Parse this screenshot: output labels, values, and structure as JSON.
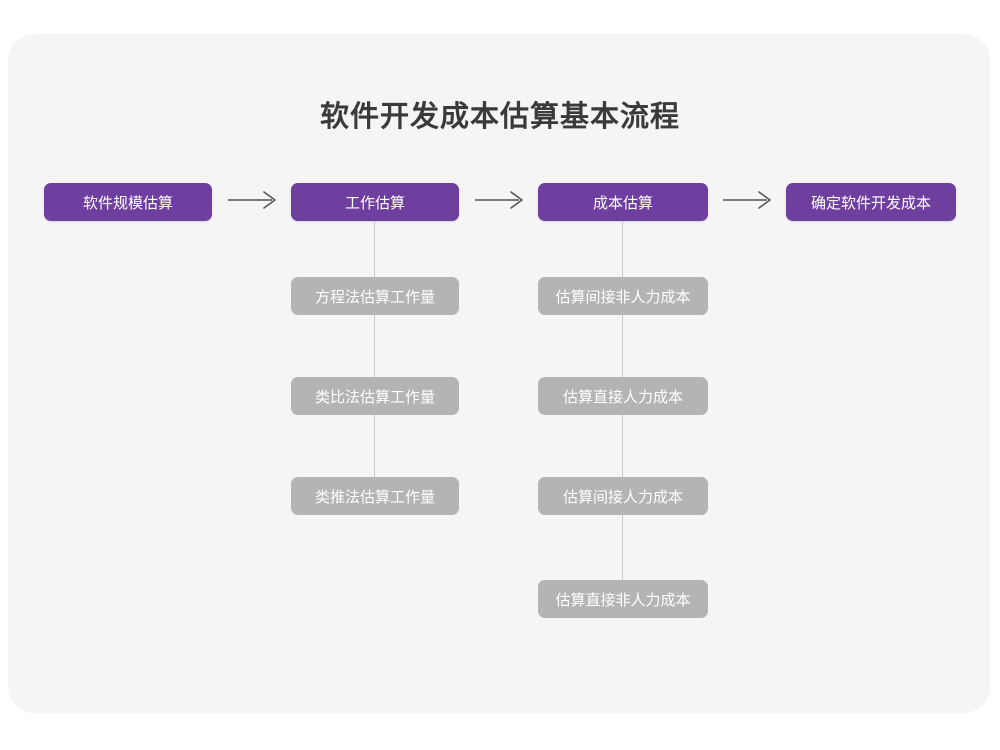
{
  "title": "软件开发成本估算基本流程",
  "theme": {
    "page_background": "#ffffff",
    "card_background": "#f5f5f5",
    "stage_color": "#6e3f9e",
    "sub_color": "#b4b4b4",
    "connector_color": "#cdcdcd",
    "arrow_color": "#555555",
    "title_color": "#3a3a3a",
    "box_text_color": "#ffffff"
  },
  "chart_data": {
    "type": "diagram",
    "title": "软件开发成本估算基本流程",
    "orientation": "left-to-right",
    "stages": [
      {
        "id": "stage-1",
        "label": "软件规模估算",
        "substeps": []
      },
      {
        "id": "stage-2",
        "label": "工作估算",
        "substeps": [
          "方程法估算工作量",
          "类比法估算工作量",
          "类推法估算工作量"
        ]
      },
      {
        "id": "stage-3",
        "label": "成本估算",
        "substeps": [
          "估算间接非人力成本",
          "估算直接人力成本",
          "估算间接人力成本",
          "估算直接非人力成本"
        ]
      },
      {
        "id": "stage-4",
        "label": "确定软件开发成本",
        "substeps": []
      }
    ],
    "connectors": [
      {
        "from": "stage-1",
        "to": "stage-2",
        "kind": "arrow"
      },
      {
        "from": "stage-2",
        "to": "stage-3",
        "kind": "arrow"
      },
      {
        "from": "stage-3",
        "to": "stage-4",
        "kind": "arrow"
      }
    ]
  },
  "stages": {
    "s1": {
      "label": "软件规模估算"
    },
    "s2": {
      "label": "工作估算",
      "sub1": "方程法估算工作量",
      "sub2": "类比法估算工作量",
      "sub3": "类推法估算工作量"
    },
    "s3": {
      "label": "成本估算",
      "sub1": "估算间接非人力成本",
      "sub2": "估算直接人力成本",
      "sub3": "估算间接人力成本",
      "sub4": "估算直接非人力成本"
    },
    "s4": {
      "label": "确定软件开发成本"
    }
  },
  "arrows": {
    "a1": "arrow-right",
    "a2": "arrow-right",
    "a3": "arrow-right"
  }
}
